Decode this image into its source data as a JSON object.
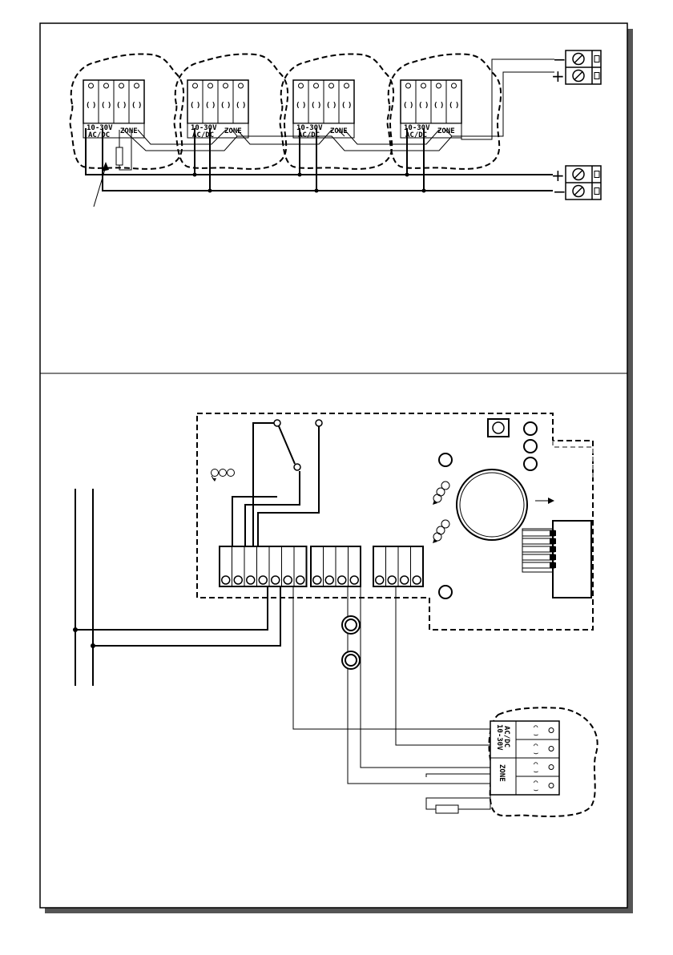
{
  "module_labels": {
    "power_line1": "10-30V",
    "power_line2": "AC/DC",
    "zone": "ZONE"
  },
  "supply_signs": {
    "minus": "−",
    "plus": "+"
  },
  "modules_top_count": 4
}
